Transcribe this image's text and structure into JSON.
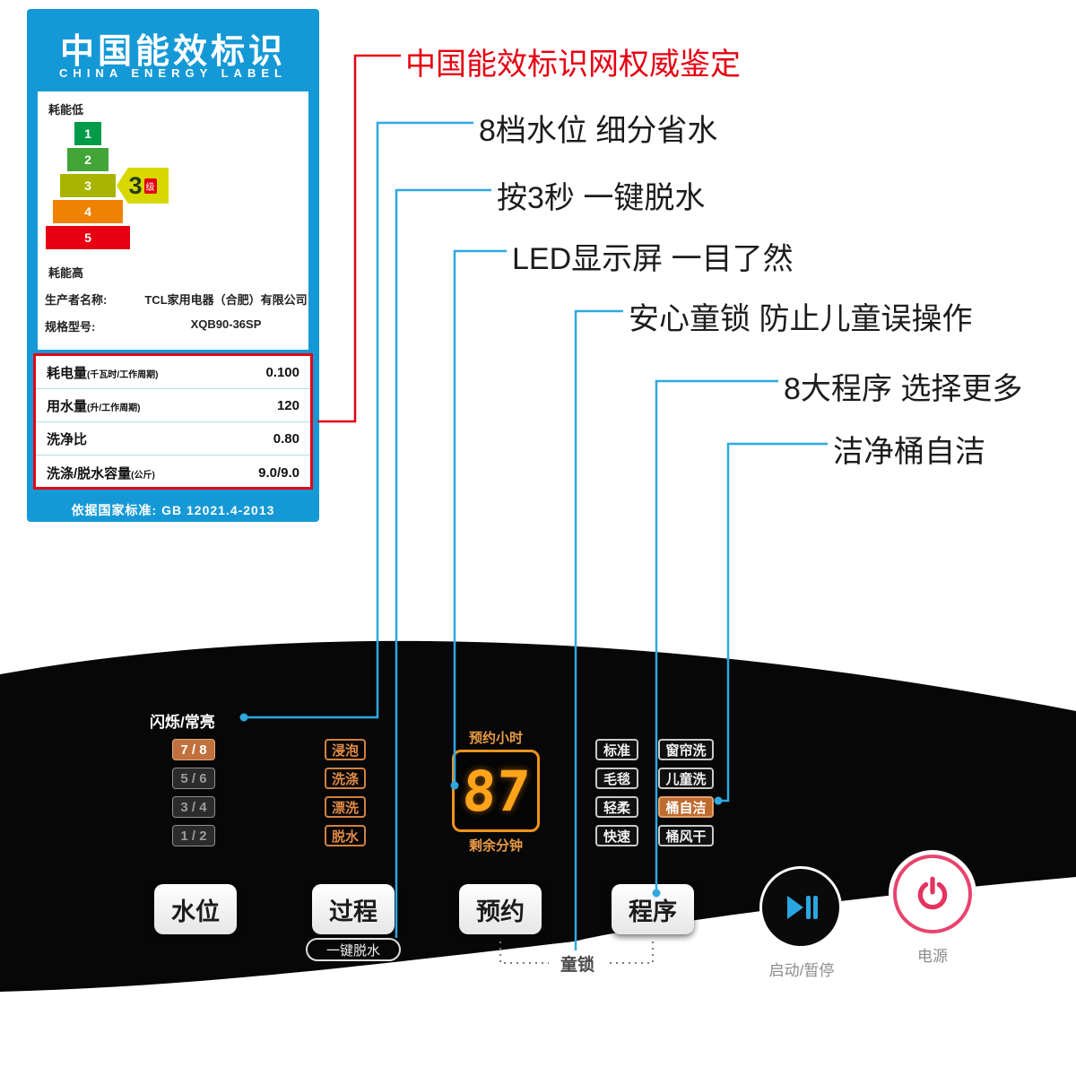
{
  "colors": {
    "callout_blue": "#2fa8e1",
    "highlight_red": "#e60012",
    "label_blue": "#1599d6",
    "led_orange": "#ffa41a",
    "power_pink": "#e8446e"
  },
  "energy_label": {
    "title": "中国能效标识",
    "subtitle": "CHINA ENERGY LABEL",
    "low_label": "耗能低",
    "high_label": "耗能高",
    "levels": [
      "1",
      "2",
      "3",
      "4",
      "5"
    ],
    "grade": {
      "number": "3",
      "unit": "级"
    },
    "producer_label": "生产者名称:",
    "producer_value": "TCL家用电器（合肥）有限公司",
    "model_label": "规格型号:",
    "model_value": "XQB90-36SP",
    "table": [
      {
        "name": "耗电量",
        "paren": "(千瓦时/工作周期)",
        "value": "0.100"
      },
      {
        "name": "用水量",
        "paren": "(升/工作周期)",
        "value": "120"
      },
      {
        "name": "洗净比",
        "paren": "",
        "value": "0.80"
      },
      {
        "name": "洗涤/脱水容量",
        "paren": "(公斤)",
        "value": "9.0/9.0"
      }
    ],
    "footer": "依据国家标准: GB 12021.4-2013"
  },
  "callouts": [
    {
      "text": "中国能效标识网权威鉴定"
    },
    {
      "text": "8档水位 细分省水"
    },
    {
      "text": "按3秒 一键脱水"
    },
    {
      "text": "LED显示屏 一目了然"
    },
    {
      "text": "安心童锁 防止儿童误操作"
    },
    {
      "text": "8大程序 选择更多"
    },
    {
      "text": "洁净桶自洁"
    }
  ],
  "panel": {
    "blink_label": "闪烁/常亮",
    "water_levels": [
      "7 / 8",
      "5 / 6",
      "3 / 4",
      "1 / 2"
    ],
    "process": [
      "浸泡",
      "洗涤",
      "漂洗",
      "脱水"
    ],
    "display": {
      "label_top": "预约小时",
      "value": "87",
      "label_bottom": "剩余分钟"
    },
    "programs_col1": [
      "标准",
      "毛毯",
      "轻柔",
      "快速"
    ],
    "programs_col2": [
      "窗帘洗",
      "儿童洗",
      "桶自洁",
      "桶风干"
    ],
    "buttons": [
      "水位",
      "过程",
      "预约",
      "程序"
    ],
    "one_key": "一键脱水",
    "child_lock": "童锁",
    "start_label": "启动/暂停",
    "power_label": "电源"
  }
}
